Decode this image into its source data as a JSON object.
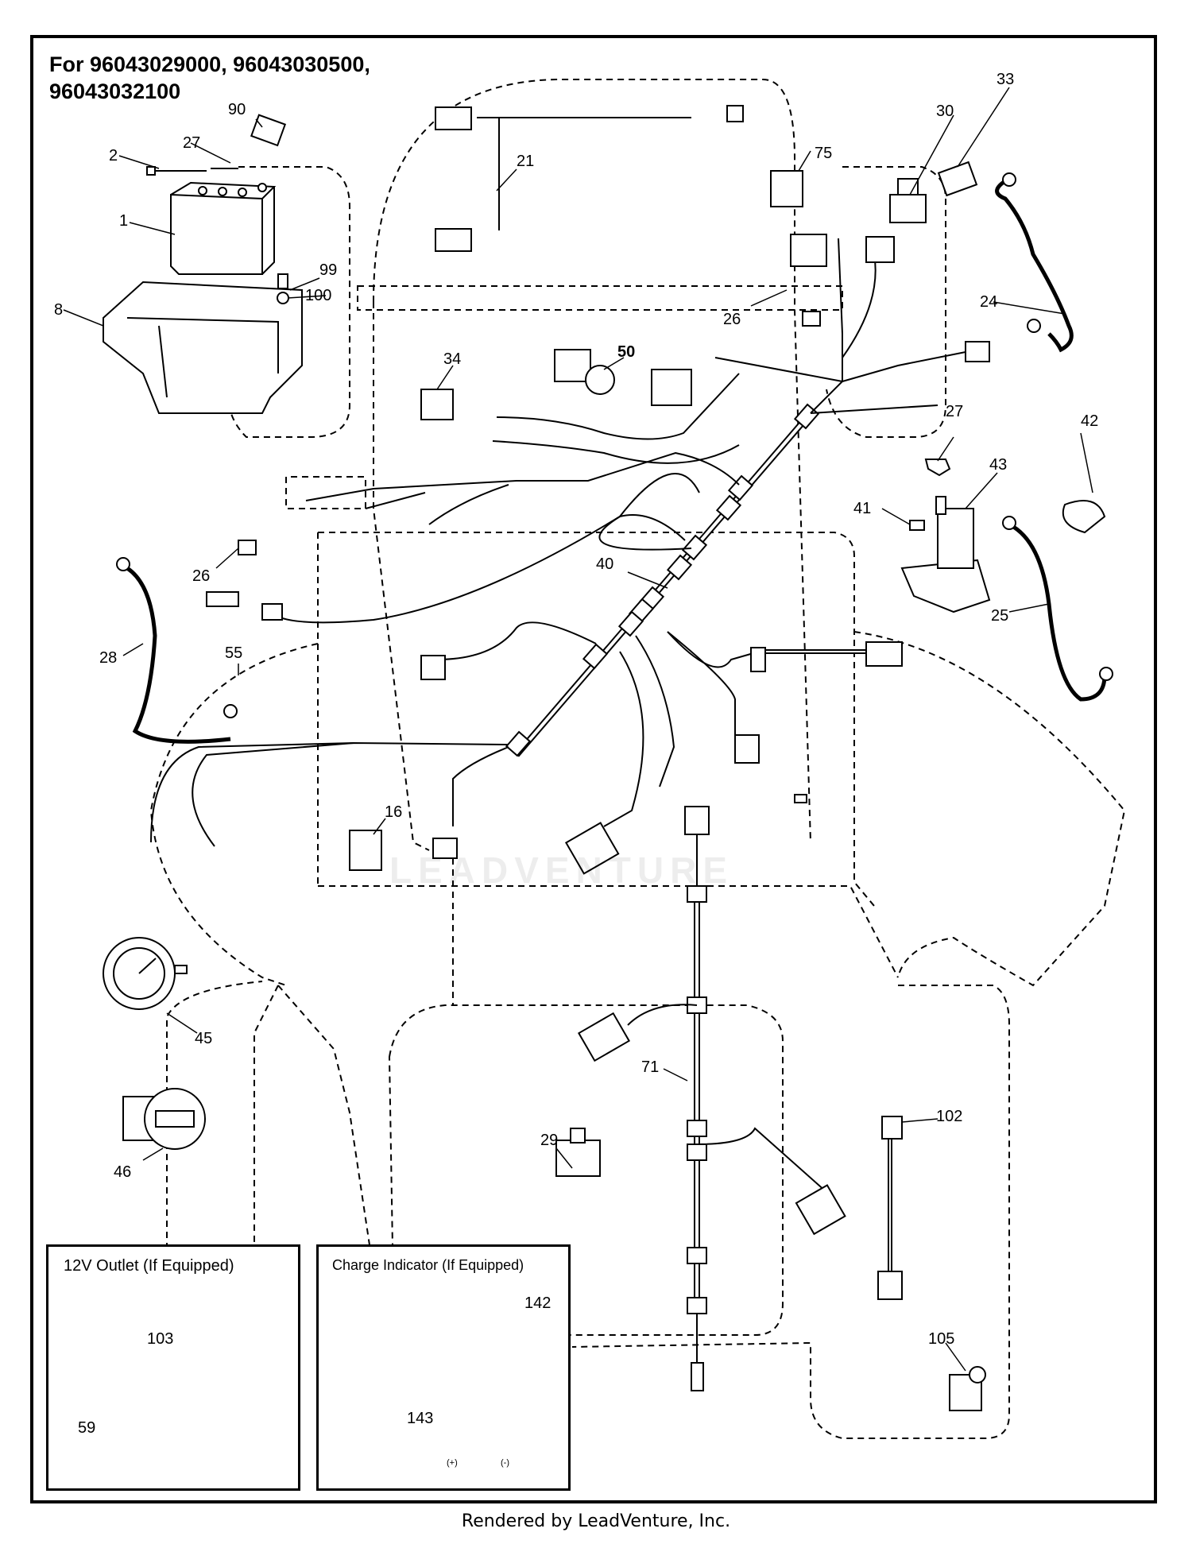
{
  "title": "For 96043029000, 96043030500, 96043032100",
  "footer": "Rendered by LeadVenture, Inc.",
  "watermark": "LEADVENTURE",
  "insets": {
    "outlet": {
      "title": "12V Outlet (If Equipped)"
    },
    "charge": {
      "title": "Charge Indicator (If Equipped)",
      "plus": "(+)",
      "minus": "(-)"
    }
  },
  "callouts": {
    "p1": "1",
    "p2": "2",
    "p8": "8",
    "p16": "16",
    "p21": "21",
    "p24": "24",
    "p25": "25",
    "p26a": "26",
    "p26b": "26",
    "p27a": "27",
    "p27b": "27",
    "p28": "28",
    "p29": "29",
    "p30": "30",
    "p33": "33",
    "p34": "34",
    "p40": "40",
    "p41": "41",
    "p42": "42",
    "p43": "43",
    "p45": "45",
    "p46": "46",
    "p50": "50",
    "p55": "55",
    "p59": "59",
    "p71": "71",
    "p75": "75",
    "p90": "90",
    "p99": "99",
    "p100": "100",
    "p102": "102",
    "p103": "103",
    "p105": "105",
    "p142": "142",
    "p143": "143"
  }
}
